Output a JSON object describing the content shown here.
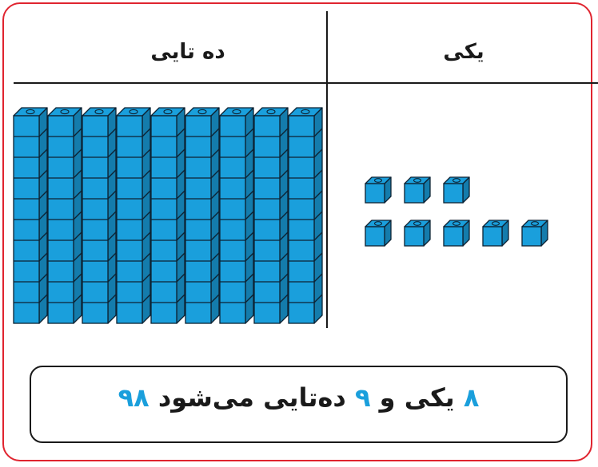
{
  "header": {
    "tens_label": "ده تایی",
    "ones_label": "یکی"
  },
  "model": {
    "tens": 9,
    "ones": 8,
    "ones_layout": [
      3,
      5
    ],
    "cubes_per_rod": 10
  },
  "result": {
    "ones_value": "۸",
    "ones_word": "یکی و",
    "tens_value": "۹",
    "tens_word": "ده‌تایی می‌شود",
    "total": "۹۸"
  },
  "colors": {
    "block_fill": "#1a9fdc",
    "block_stroke": "#0d2233",
    "frame": "#e0242f",
    "number_accent": "#1a9fdc"
  }
}
